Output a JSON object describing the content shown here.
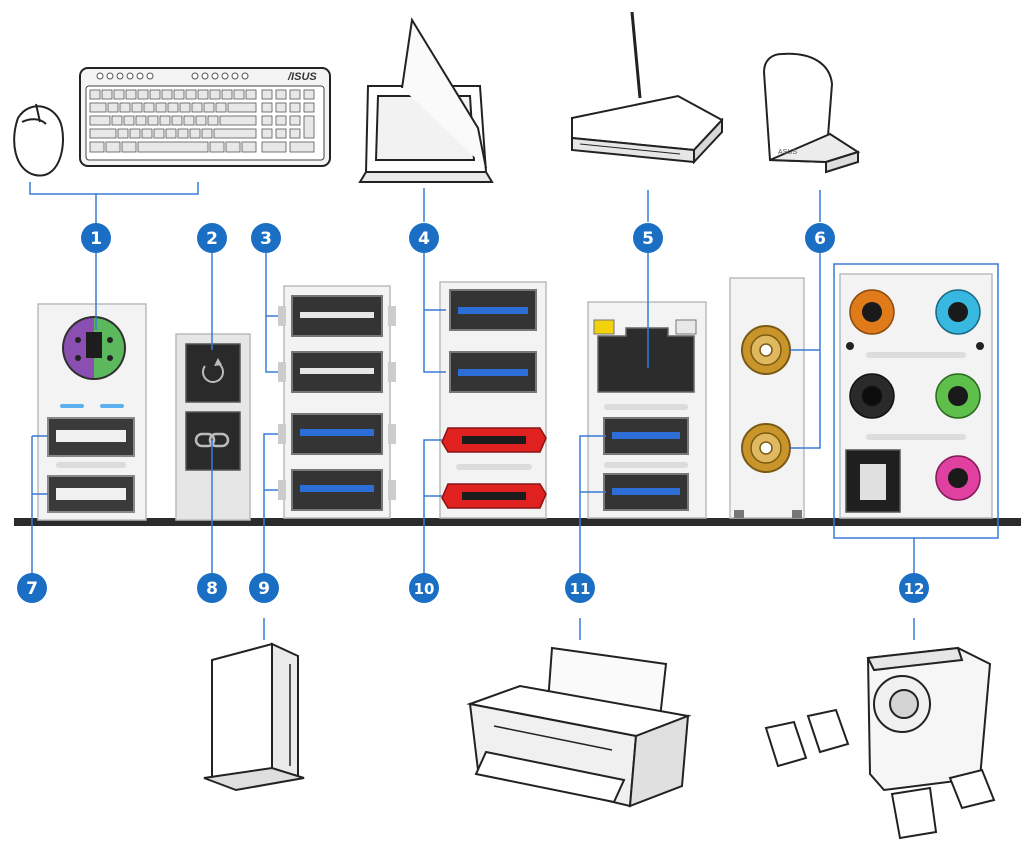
{
  "badges": [
    {
      "id": "1",
      "label": "1"
    },
    {
      "id": "2",
      "label": "2"
    },
    {
      "id": "3",
      "label": "3"
    },
    {
      "id": "4",
      "label": "4"
    },
    {
      "id": "5",
      "label": "5"
    },
    {
      "id": "6",
      "label": "6"
    },
    {
      "id": "7",
      "label": "7"
    },
    {
      "id": "8",
      "label": "8"
    },
    {
      "id": "9",
      "label": "9"
    },
    {
      "id": "10",
      "label": "10"
    },
    {
      "id": "11",
      "label": "11"
    },
    {
      "id": "12",
      "label": "12"
    }
  ],
  "keyboard": {
    "brand": "/ISUS"
  },
  "router": {
    "brand": "ASUS"
  },
  "colors": {
    "badge": "#1a6fc4",
    "usb3_blue": "#2a6ed6",
    "esata_red": "#e0211f",
    "ps2_purple": "#8a4fb0",
    "ps2_green": "#5cb85c",
    "audio_orange": "#e07b1a",
    "audio_cyan": "#38b8e0",
    "audio_green": "#5ec04a",
    "audio_pink": "#e040a0",
    "lan_yellow": "#f2d20a",
    "antenna_gold": "#c9952a",
    "board_line": "#2b2b2b"
  },
  "icons": [
    "mouse-icon",
    "keyboard-icon",
    "tablet-icon",
    "router-icon",
    "antenna-icon",
    "external-drive-icon",
    "printer-icon",
    "speakers-icon",
    "clear-cmos-icon",
    "bios-flashback-icon"
  ]
}
